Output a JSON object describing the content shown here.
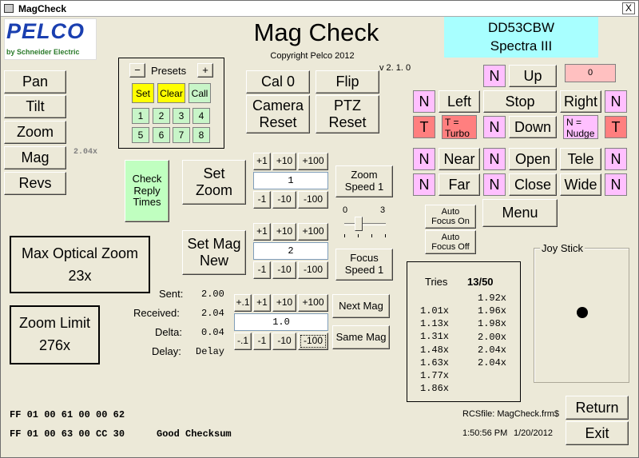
{
  "window": {
    "title": "MagCheck",
    "close_glyph": "X"
  },
  "logo": {
    "brand": "PELCO",
    "tagline": "by Schneider Electric"
  },
  "header": {
    "title": "Mag Check",
    "copyright": "Copyright Pelco 2012",
    "version": "v 2. 1. 0"
  },
  "device": {
    "id": "DD53CBW",
    "model": "Spectra III"
  },
  "presets": {
    "title": "Presets",
    "minus": "−",
    "plus": "+",
    "set": "Set",
    "clear": "Clear",
    "call": "Call",
    "numbers": [
      "1",
      "2",
      "3",
      "4",
      "5",
      "6",
      "7",
      "8"
    ]
  },
  "left_nav": {
    "pan": "Pan",
    "tilt": "Tilt",
    "zoom": "Zoom",
    "mag": "Mag",
    "revs": "Revs",
    "mag_readout": "2.04x"
  },
  "center": {
    "cal0": "Cal 0",
    "flip": "Flip",
    "camera_reset": "Camera Reset",
    "ptz_reset": "PTZ Reset",
    "check_reply": "Check Reply Times",
    "set_zoom": "Set Zoom",
    "set_mag_new": "Set Mag New",
    "zoom_speed": "Zoom Speed 1",
    "focus_speed": "Focus Speed 1",
    "slider_min": "0",
    "slider_max": "3",
    "zoom_value": "1",
    "mag_value": "2",
    "delta_value": "1.0",
    "next_mag": "Next Mag",
    "same_mag": "Same Mag",
    "steps": {
      "p1": "+1",
      "p10": "+10",
      "p100": "+100",
      "m1": "-1",
      "m10": "-10",
      "m100": "-100",
      "pdot1": "+.1",
      "mdot1": "-.1"
    }
  },
  "max_optical": {
    "label": "Max Optical Zoom",
    "value": "23x"
  },
  "zoom_limit": {
    "label": "Zoom Limit",
    "value": "276x"
  },
  "stats": {
    "sent_label": "Sent:",
    "sent": "2.00",
    "received_label": "Received:",
    "received": "2.04",
    "delta_label": "Delta:",
    "delta": "0.04",
    "delay_label": "Delay:",
    "delay": "Delay"
  },
  "ptz": {
    "counter": "0",
    "up": "Up",
    "left": "Left",
    "stop": "Stop",
    "right": "Right",
    "down": "Down",
    "turbo_note": "T = Turbo",
    "nudge_note": "N = Nudge",
    "n": "N",
    "t": "T",
    "near": "Near",
    "far": "Far",
    "open": "Open",
    "close": "Close",
    "tele": "Tele",
    "wide": "Wide",
    "menu": "Menu",
    "af_on": "Auto Focus On",
    "af_off": "Auto Focus Off"
  },
  "tries": {
    "label": "Tries",
    "count": "13/50",
    "col1": [
      "1.01x",
      "1.13x",
      "1.31x",
      "1.48x",
      "1.63x",
      "1.77x",
      "1.86x"
    ],
    "col2": [
      "1.92x",
      "1.96x",
      "1.98x",
      "2.00x",
      "2.04x",
      "2.04x"
    ]
  },
  "joystick": {
    "label": "Joy Stick"
  },
  "bottom": {
    "cmd1": "FF 01 00 61 00 00 62",
    "cmd2": "FF 01 00 63 00 CC 30",
    "checksum": "Good Checksum",
    "rcs": "RCSfile: MagCheck.frm$",
    "time": "1:50:56 PM",
    "date": "1/20/2012",
    "return": "Return",
    "exit": "Exit"
  },
  "colors": {
    "device_box": "#a8ffff",
    "turbo": "#ff7f7f",
    "nudge": "#ffc0ff",
    "set": "#ffff00",
    "preset": "#c8f5c8",
    "check_reply": "#c0ffc0",
    "counter": "#ffc0c0"
  }
}
